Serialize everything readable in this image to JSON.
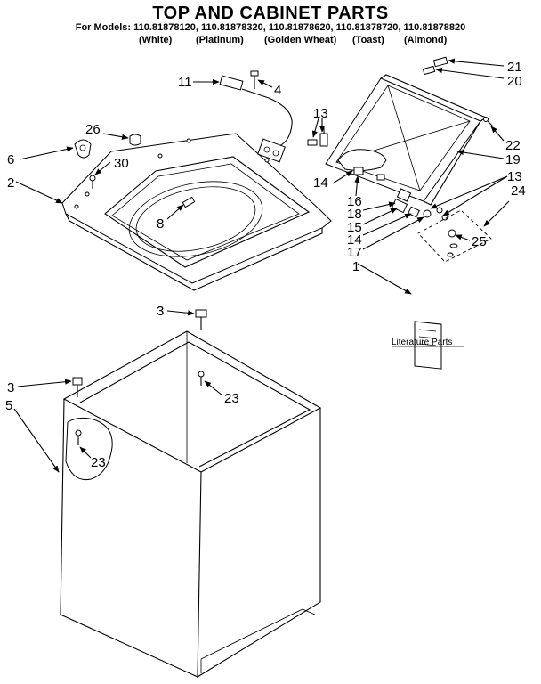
{
  "title": "TOP AND CABINET PARTS",
  "models_line": "For Models: 110.81878120, 110.81878320, 110.81878620, 110.81878720, 110.81878820",
  "colors": [
    "(White)",
    "(Platinum)",
    "(Golden Wheat)",
    "(Toast)",
    "(Almond)"
  ],
  "literature_label": "Literature Parts",
  "callouts": [
    "11",
    "4",
    "13",
    "21",
    "20",
    "26",
    "6",
    "30",
    "22",
    "19",
    "14",
    "16",
    "13",
    "24",
    "2",
    "18",
    "15",
    "8",
    "14",
    "25",
    "17",
    "1",
    "3",
    "23",
    "3",
    "5",
    "23"
  ]
}
